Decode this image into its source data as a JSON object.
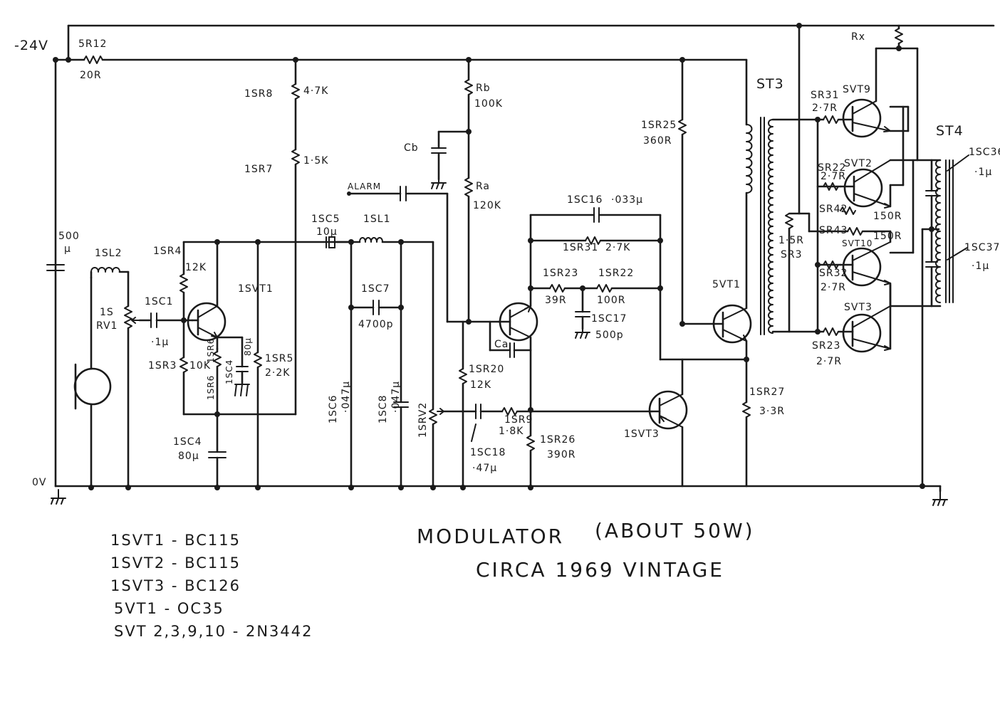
{
  "title": "MODULATOR",
  "title_note": "(ABOUT 50W)",
  "subtitle": "CIRCA 1969 VINTAGE",
  "parts_list": [
    "1SVT1 - BC115",
    "1SVT2 - BC115",
    "1SVT3 - BC126",
    "5VT1 - OC35",
    "SVT 2,3,9,10 - 2N3442"
  ],
  "rails": {
    "supply": "-24V",
    "ground": "0V"
  },
  "labels": {
    "sr12": "5R12",
    "sr12_val": "20R",
    "c500": "500",
    "c500_u": "µ",
    "isl2": "1SL2",
    "isrv1": "1S",
    "isrv1_b": "RV1",
    "isc1": "1SC1",
    "isc1_val": "·1µ",
    "isr4": "1SR4",
    "isr4_val": "12K",
    "isr3": "1SR3",
    "isr3_val": "10K",
    "isr6": "1SR6",
    "isr6b": "1SR6",
    "isc4a": "1SC4",
    "isc4a_val": "80µ",
    "isvt1": "1SVT1",
    "isr5": "1SR5",
    "isr5_val": "2·2K",
    "isc4": "1SC4",
    "isc4_val": "80µ",
    "isr8": "1SR8",
    "isr8_val": "4·7K",
    "isr7": "1SR7",
    "isr7_val": "1·5K",
    "isc5": "1SC5",
    "isc5_val": "10µ",
    "isl1": "1SL1",
    "alarm": "ALARM",
    "isc7": "1SC7",
    "isc7_val": "4700p",
    "isc6": "1SC6",
    "isc6_val": "·047µ",
    "isc8": "1SC8",
    "isc8_val": "·047µ",
    "isrv2": "1SRV2",
    "rb": "Rb",
    "rb_val": "100K",
    "cb": "Cb",
    "ra": "Ra",
    "ra_val": "120K",
    "ca": "Ca",
    "isr20": "1SR20",
    "isr20_val": "12K",
    "isc18": "1SC18",
    "isc18_val": "·47µ",
    "isr9": "1SR9",
    "isr9_val": "1·8K",
    "isr26": "1SR26",
    "isr26_val": "390R",
    "isvt3": "1SVT3",
    "isc16": "1SC16",
    "isc16_val": "·033µ",
    "isr31": "1SR31",
    "isr31_val": "2·7K",
    "isr23": "1SR23",
    "isr23_val": "39R",
    "isr22": "1SR22",
    "isr22_val": "100R",
    "isc17": "1SC17",
    "isc17_val": "500p",
    "isr25": "1SR25",
    "isr25_val": "360R",
    "svt1": "5VT1",
    "isr27": "1SR27",
    "isr27_val": "3·3R",
    "st3": "ST3",
    "sr3": "1·5R",
    "sr3_b": "SR3",
    "rx": "Rx",
    "sr31": "SR31",
    "sr31_val": "2·7R",
    "svt9": "SVT9",
    "sr22": "SR22",
    "sr22_val": "2·7R",
    "svt2": "SVT2",
    "sr42": "SR42",
    "sr42_val": "150R",
    "sr43": "SR43",
    "sr43_val": "150R",
    "svt10": "SVT10",
    "sr32": "SR32",
    "sr32_val": "2·7R",
    "svt3": "SVT3",
    "sr23": "SR23",
    "sr23_val": "2·7R",
    "st4": "ST4",
    "isc36": "1SC36",
    "isc36_val": "·1µ",
    "isc37": "1SC37",
    "isc37_val": "·1µ"
  }
}
